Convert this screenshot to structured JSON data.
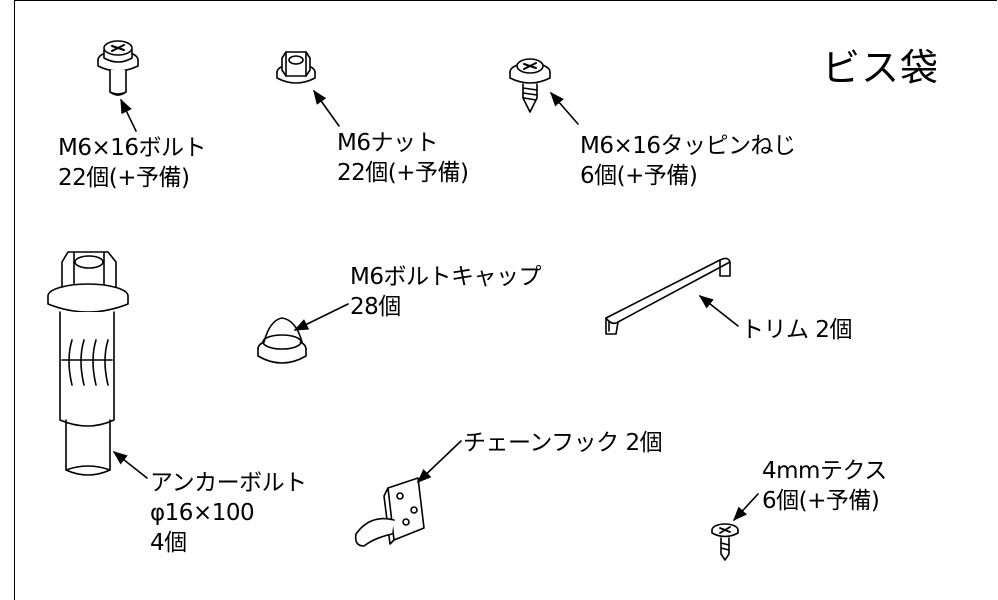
{
  "title": "ビス袋",
  "parts": {
    "bolt": {
      "line1": "M6×16ボルト",
      "line2": "22個(+予備)"
    },
    "nut": {
      "line1": "M6ナット",
      "line2": "22個(+予備)"
    },
    "tapping_screw": {
      "line1": "M6×16タッピンねじ",
      "line2": "6個(+予備)"
    },
    "bolt_cap": {
      "line1": "M6ボルトキャップ",
      "line2": "28個"
    },
    "trim": {
      "line1": "トリム 2個"
    },
    "anchor_bolt": {
      "line1": "アンカーボルト",
      "line2": "φ16×100",
      "line3": "4個"
    },
    "chain_hook": {
      "line1": "チェーンフック 2個"
    },
    "tex_screw": {
      "line1": "4mmテクス",
      "line2": "6個(+予備)"
    }
  }
}
